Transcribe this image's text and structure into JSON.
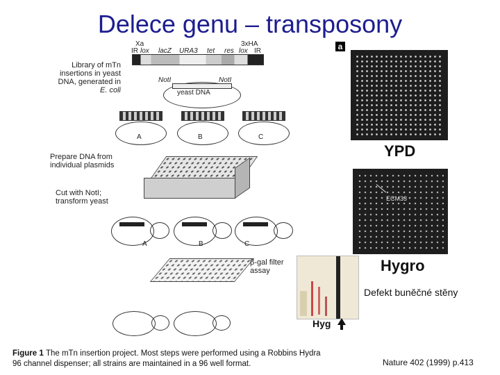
{
  "slide": {
    "title": "Delece genu – transposony",
    "defect_label": "Defekt buněčné stěny",
    "citation": "Nature 402 (1999) p.413"
  },
  "figure_left": {
    "construct": {
      "xa": "Xa",
      "ir_left": "IR",
      "lox_left": "lox",
      "lacz": "lacZ",
      "ura3": "URA3",
      "tet": "tet",
      "res": "res",
      "lox_right": "lox",
      "ir_right": "IR",
      "tag": "3xHA",
      "noti_left": "NotI",
      "noti_right": "NotI",
      "yeast_dna": "yeast DNA"
    },
    "steps": {
      "library": [
        "Library of mTn",
        "insertions in yeast",
        "DNA, generated in",
        "E. coli"
      ],
      "prepare": [
        "Prepare DNA from",
        "individual plasmids"
      ],
      "cut": [
        "Cut with NotI;",
        "transform yeast"
      ],
      "filter": [
        "β-gal filter",
        "assay"
      ]
    },
    "clone_labels": [
      "A",
      "B",
      "C"
    ],
    "caption_bold": "Figure 1",
    "caption_line1": "The mTn insertion project. Most steps were performed using a Robbins Hydra",
    "caption_line2": "96 channel dispenser; all strains are maintained in a 96 well format."
  },
  "figure_right": {
    "panel_letter": "a",
    "ypd": "YPD",
    "ecm_label": "ECM33",
    "hygro": "Hygro",
    "hyg": "Hyg"
  }
}
